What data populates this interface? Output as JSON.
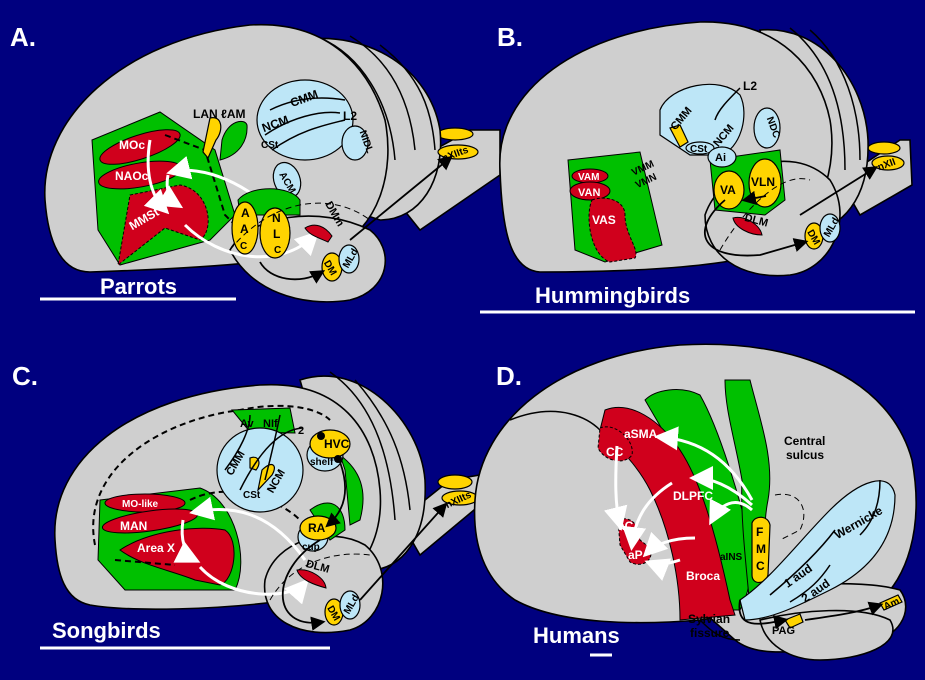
{
  "panels": {
    "a": {
      "letter": "A.",
      "title": "Parrots",
      "labels": {
        "moc": "MOc",
        "naoc": "NAOc",
        "mmst": "MMSt",
        "lan": "LAN",
        "lam": "ℓAM",
        "cmm": "CMM",
        "ncm": "NCM",
        "l2": "L2",
        "cst": "CSt",
        "nidl": "NIDL",
        "acm": "ACM",
        "aac": [
          "A",
          "A",
          "C"
        ],
        "nlc": [
          "N",
          "L",
          "C"
        ],
        "dmm": "DMm",
        "dm": "DM",
        "mld": "MLd",
        "nxiits": "nXIIts"
      }
    },
    "b": {
      "letter": "B.",
      "title": "Hummingbirds",
      "labels": {
        "l2": "L2",
        "cmm": "CMM",
        "ncm": "NCM",
        "ndc": "NDC",
        "cst": "CSt",
        "vmm": "VMM",
        "vmn": "VMN",
        "ai": "Ai",
        "vam": "VAM",
        "van": "VAN",
        "vas": "VAS",
        "va": "VA",
        "vln": "VLN",
        "dlm": "DLM",
        "dm": "DM",
        "mld": "MLd",
        "nxii": "nXII"
      }
    },
    "c": {
      "letter": "C.",
      "title": "Songbirds",
      "labels": {
        "av": "Av",
        "nif": "NIf",
        "two": "2",
        "hvc": "HVC",
        "shelf": "shelf",
        "cmm": "CMM",
        "ncm": "NCM",
        "cst": "CSt",
        "molike": "MO-like",
        "man": "MAN",
        "areax": "Area X",
        "ra": "RA",
        "cup": "cup",
        "dlm": "DLM",
        "dm": "DM",
        "mld": "MLd",
        "nxiits": "nXIIts"
      }
    },
    "d": {
      "letter": "D.",
      "title": "Humans",
      "labels": {
        "asma": "aSMA",
        "cc": "CC",
        "dlpfc": "DLPFC",
        "ac": "aC",
        "ap": "aP",
        "broca": "Broca",
        "ains": "aINS",
        "fmc": [
          "F",
          "M",
          "C"
        ],
        "central1": "Central",
        "central2": "sulcus",
        "wernicke": "Wernicke",
        "aud1": "1 aud",
        "aud2": "2 aud",
        "sylvian1": "Sylvian",
        "sylvian2": "fissure",
        "pag": "PAG",
        "am": "Am"
      }
    }
  },
  "colors": {
    "background": "#00007f",
    "brain": "#cfcfcf",
    "vocal_motor": "#d0001c",
    "adjacent_motor": "#00c000",
    "vocal_nuclei": "#ffd400",
    "auditory": "#bde6f7"
  }
}
